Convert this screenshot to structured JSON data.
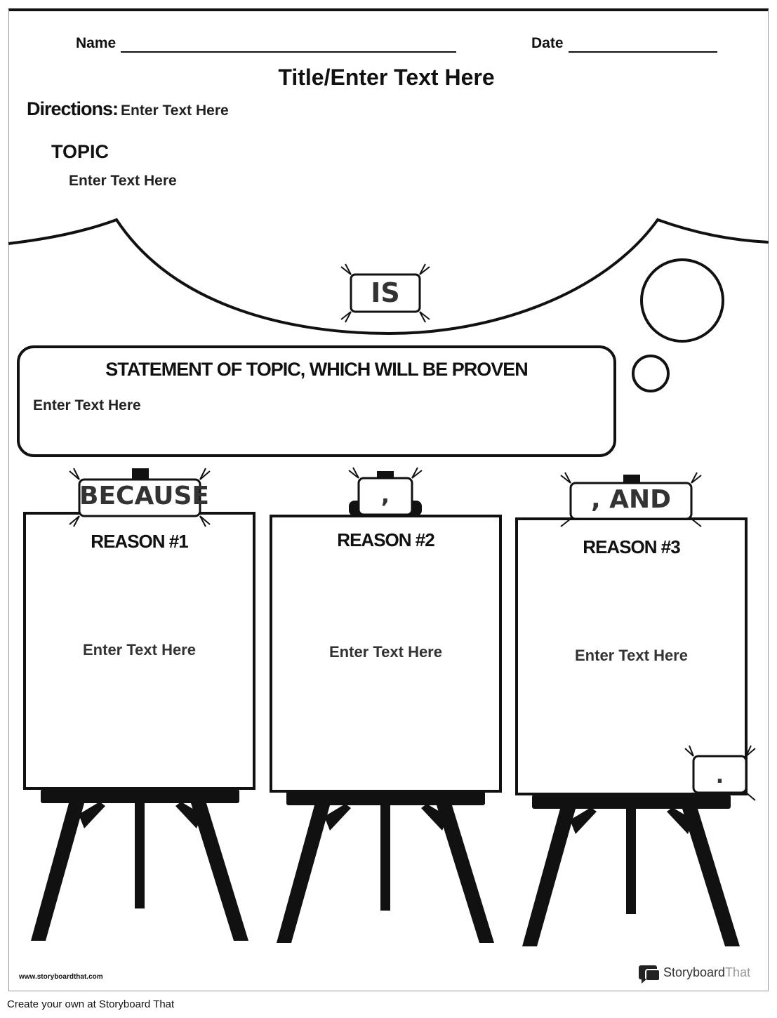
{
  "header": {
    "name_label": "Name",
    "date_label": "Date",
    "title": "Title/Enter Text Here",
    "directions_label": "Directions:",
    "directions_text": "Enter Text Here"
  },
  "topic": {
    "label": "TOPIC",
    "text": "Enter Text Here"
  },
  "connectors": {
    "is": "IS",
    "because": "BECAUSE",
    "comma": ",",
    "and": ", AND",
    "period": "."
  },
  "statement": {
    "heading": "STATEMENT OF TOPIC, WHICH WILL BE PROVEN",
    "text": "Enter Text Here"
  },
  "reasons": [
    {
      "label": "REASON #1",
      "text": "Enter Text Here"
    },
    {
      "label": "REASON #2",
      "text": "Enter Text Here"
    },
    {
      "label": "REASON #3",
      "text": "Enter Text Here"
    }
  ],
  "footer": {
    "website": "www.storyboardthat.com",
    "brand_part1": "Storyboard",
    "brand_part2": "That",
    "create_text": "Create your own at Storyboard That"
  }
}
